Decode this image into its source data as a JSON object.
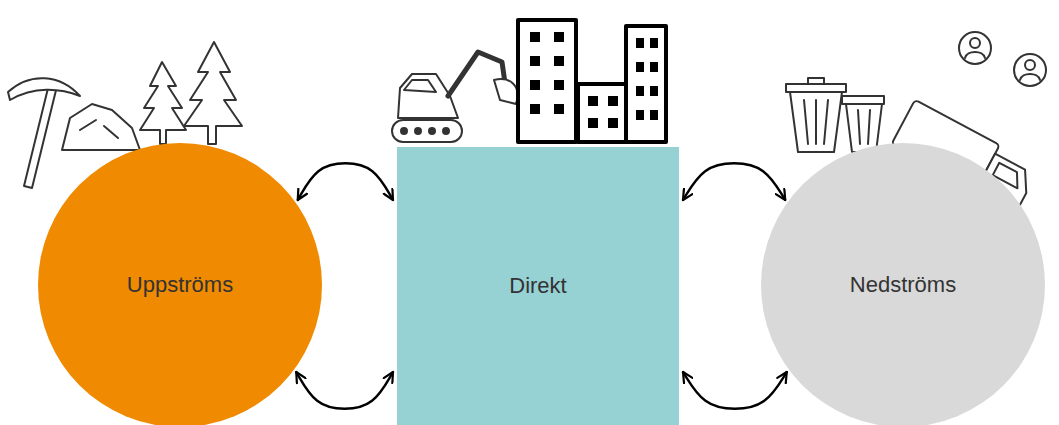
{
  "diagram": {
    "nodes": [
      {
        "text": [
          "Uppströms"
        ]
      },
      {
        "text": [
          "Direkt"
        ]
      },
      {
        "text": [
          "Nedströms"
        ]
      }
    ],
    "edges": [
      {
        "from": 0,
        "to": 1,
        "arrow": "both"
      },
      {
        "from": 0,
        "to": 1,
        "arrow": "both"
      },
      {
        "from": 1,
        "to": 2,
        "arrow": "both"
      },
      {
        "from": 1,
        "to": 2,
        "arrow": "both"
      }
    ]
  }
}
